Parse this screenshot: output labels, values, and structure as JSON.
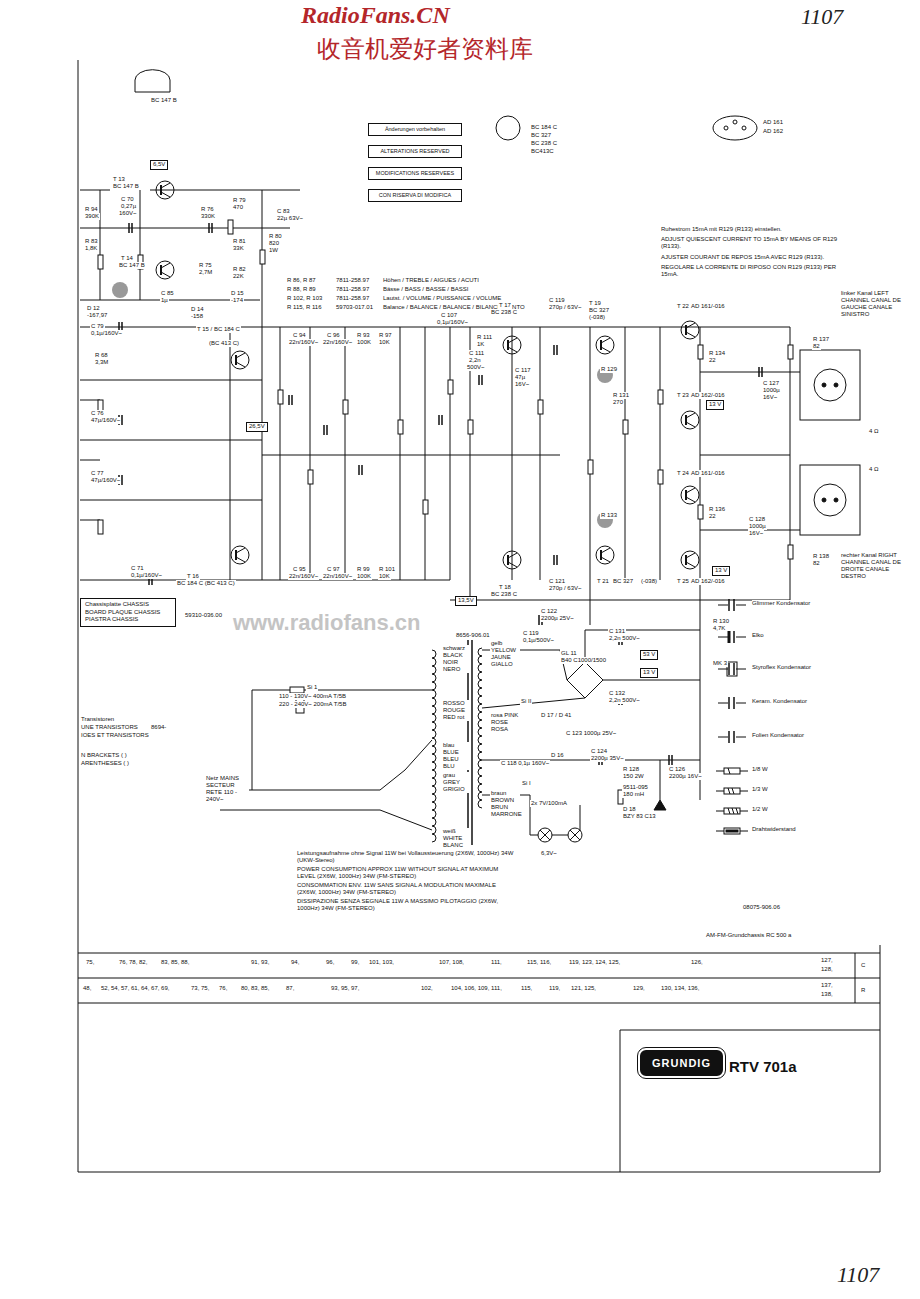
{
  "diagram": {
    "nodes": [
      {
        "text": [
          "Änderungen vorbehalten"
        ]
      },
      {
        "text": [
          "ALTERATIONS RESERVED"
        ]
      },
      {
        "text": [
          "MODIFICATIONS RESERVEES"
        ]
      },
      {
        "text": [
          "CON RISERVA DI MODIFICA"
        ]
      },
      {
        "text": [
          "Chassisplatte CHASSIS BOARD PLAQUE CHASSIS PIASTRA CHASSIS"
        ]
      },
      {
        "text": [
          "GRUNDIG"
        ]
      },
      {
        "text": [
          "6,5V"
        ]
      },
      {
        "text": [
          "26,5V"
        ]
      },
      {
        "text": [
          "13,5V"
        ]
      },
      {
        "text": [
          "13 V"
        ]
      },
      {
        "text": [
          "13 V"
        ]
      },
      {
        "text": [
          "53 V"
        ]
      },
      {
        "text": [
          "13 V"
        ]
      }
    ],
    "labels": [
      "RadioFans.CN",
      "收音机爱好者资料库",
      "1107",
      "BC 147 B",
      "BC 184 C",
      "BC 327",
      "BC 238 C",
      "BC413C",
      "AD 161",
      "AD 162",
      "T 13",
      "BC 147 B",
      "R 94",
      "390K",
      "C 70",
      "0,27µ",
      "160V~",
      "R 76",
      "330K",
      "R 79",
      "470",
      "C 83",
      "22µ 63V~",
      "R 80",
      "820",
      "1W",
      "R 81",
      "33K",
      "R 83",
      "1,8K",
      "T 14",
      "BC 147 B",
      "R 75",
      "2,7M",
      "R 82",
      "22K",
      "D 12",
      "-167,97",
      "C 85",
      "1µ",
      "D 14",
      "-158",
      "D 15",
      "-174",
      "T 15 / BC 184 C",
      "(BC 413 C)",
      "C 79",
      "0,1µ/160V~",
      "R 68",
      "3,3M",
      "C 76",
      "47µ/160V~",
      "C 77",
      "47µ/160V~",
      "T 16",
      "BC 184 C (BC 413 C)",
      "C 71",
      "0,1µ/160V~",
      "R 86, R 87",
      "7811-258.97",
      "Höhen / TREBLE / AIGUES / ACUTI",
      "R 88, R 89",
      "7811-258.97",
      "Bässe / BASS / BASSE / BASSI",
      "R 102, R 103",
      "7811-258.97",
      "Lautst. / VOLUME / PUISSANCE / VOLUME",
      "R 115, R 116",
      "59703-017.01",
      "Balance / BALANCE / BALANCE / BILANCIAMENTO",
      "C 94",
      "22n/160V~",
      "C 96",
      "22n/160V~",
      "R 93",
      "100K",
      "R 97",
      "10K",
      "C 95",
      "22n/160V~",
      "C 97",
      "22n/160V~",
      "R 99",
      "100K",
      "R 101",
      "10K",
      "T 17",
      "BC 238 C",
      "C 107",
      "0,1µ/160V~",
      "R 111",
      "1K",
      "C 111",
      "2,2n",
      "500V~",
      "C 117",
      "47µ",
      "16V~",
      "T 18",
      "BC 238 C",
      "T 19",
      "BC 327",
      "(-038)",
      "C 119",
      "270p / 63V~",
      "T 21",
      "BC 327",
      "(-038)",
      "C 121",
      "270p / 63V~",
      "T 22",
      "AD 161/-016",
      "T 23",
      "AD 162/-016",
      "T 24",
      "AD 161/-016",
      "T 25",
      "AD 162/-016",
      "R 129",
      "R 133",
      "R 134",
      "22",
      "R 136",
      "22",
      "R 131",
      "270",
      "R 137",
      "82",
      "R 138",
      "82",
      "C 127",
      "1000µ",
      "16V~",
      "C 128",
      "1000µ",
      "16V~",
      "4 Ω",
      "4 Ω",
      "linker Kanal LEFT CHANNEL CANAL DE GAUCHE CANALE SINISTRO",
      "rechter Kanal RIGHT CHANNEL CANAL DE DROITE CANALE DESTRO",
      "Ruhestrom 15mA mit R129 (R133) einstellen.",
      "ADJUST QUIESCENT CURRENT TO 15mA BY MEANS OF R129 (R133).",
      "AJUSTER COURANT DE REPOS 15mA AVEC R129 (R133).",
      "REGOLARE LA CORRENTE DI RIPOSO CON R129 (R133) PER 15mA.",
      "59310-036.00",
      "Transistoren",
      "UNE TRANSISTORS",
      "IOES ET TRANSISTORS",
      "8694-",
      "N BRACKETS ( )",
      "ARENTHESES ( )",
      "Si 1",
      "110 - 130V~ 400mA T/5B",
      "220 - 240V~ 200mA T/5B",
      "8656-906.01",
      "schwarz BLACK NOIR NERO",
      "ROSSO ROUGE RED rot",
      "blau BLUE BLEU BLU",
      "grau GREY GRIGIO",
      "weiß WHITE BLANC BIANCO",
      "gelb YELLOW JAUNE GIALLO",
      "rosa PINK ROSE ROSA",
      "braun BROWN BRUN MARRONE",
      "Netz MAINS SECTEUR RETE 110 - 240V~",
      "C 122",
      "2200µ 25V~",
      "C 119",
      "0,1µ/500V~",
      "GL 11",
      "B40 C1000/1500",
      "C 131",
      "2,2n 500V~",
      "C 132",
      "2,2n 500V~",
      "D 17 / D 41",
      "C 118 0,1µ 160V~",
      "D 16",
      "C 123 1000µ 25V~",
      "C 124",
      "2200µ 35V~",
      "R 128",
      "150 2W",
      "C 126",
      "2200µ 16V~",
      "9511-095",
      "180 mH",
      "D 18",
      "BZY 83 C13",
      "Si II",
      "Si I",
      "2x 7V/100mA",
      "6,3V~",
      "MK 3",
      "R 130",
      "4,7K",
      "Leistungsaufnahme ohne Signal 11W bei Vollaussteuerung (2X6W, 1000Hz) 34W (UKW-Stereo)",
      "POWER CONSUMPTION APPROX 11W WITHOUT SIGNAL AT MAXIMUM LEVEL (2X6W, 1000Hz) 34W (FM-STEREO)",
      "CONSOMMATION ENV. 11W SANS SIGNAL A MODULATION MAXIMALE (2X6W, 1000Hz) 34W (FM-STEREO)",
      "DISSIPAZIONE SENZA SEGNALE 11W A MASSIMO PILOTAGGIO (2X6W, 1000Hz) 34W (FM-STEREO)",
      "08075-906.06",
      "AM-FM-Grundchassis RC 500 a",
      "75,",
      "76, 78, 82,",
      "83, 85, 88,",
      "91, 93,",
      "94,",
      "96,",
      "99,",
      "101, 103,",
      "107, 108,",
      "111,",
      "115, 116,",
      "119, 123, 124, 125,",
      "126,",
      "127,",
      "128,",
      "C",
      "48,",
      "52, 54, 57, 61, 64, 67, 69,",
      "73, 75,",
      "76,",
      "80, 83, 85,",
      "87,",
      "93, 95, 97,",
      "102,",
      "104, 106, 109, 111,",
      "115,",
      "119,",
      "121, 125,",
      "129,",
      "130, 134, 136,",
      "137,",
      "138,",
      "R",
      "RTV 701a",
      "1107",
      "www.radiofans.cn"
    ],
    "legend": [
      {
        "text": "Glimmer Kondensator"
      },
      {
        "text": "Elko"
      },
      {
        "text": "Styroflex Kondensator"
      },
      {
        "text": "Keram. Kondensator"
      },
      {
        "text": "Folien Kondensator"
      },
      {
        "text": "1/8 W"
      },
      {
        "text": "1/3 W"
      },
      {
        "text": "1/2 W"
      },
      {
        "text": "Drahtwiderstand"
      }
    ]
  }
}
